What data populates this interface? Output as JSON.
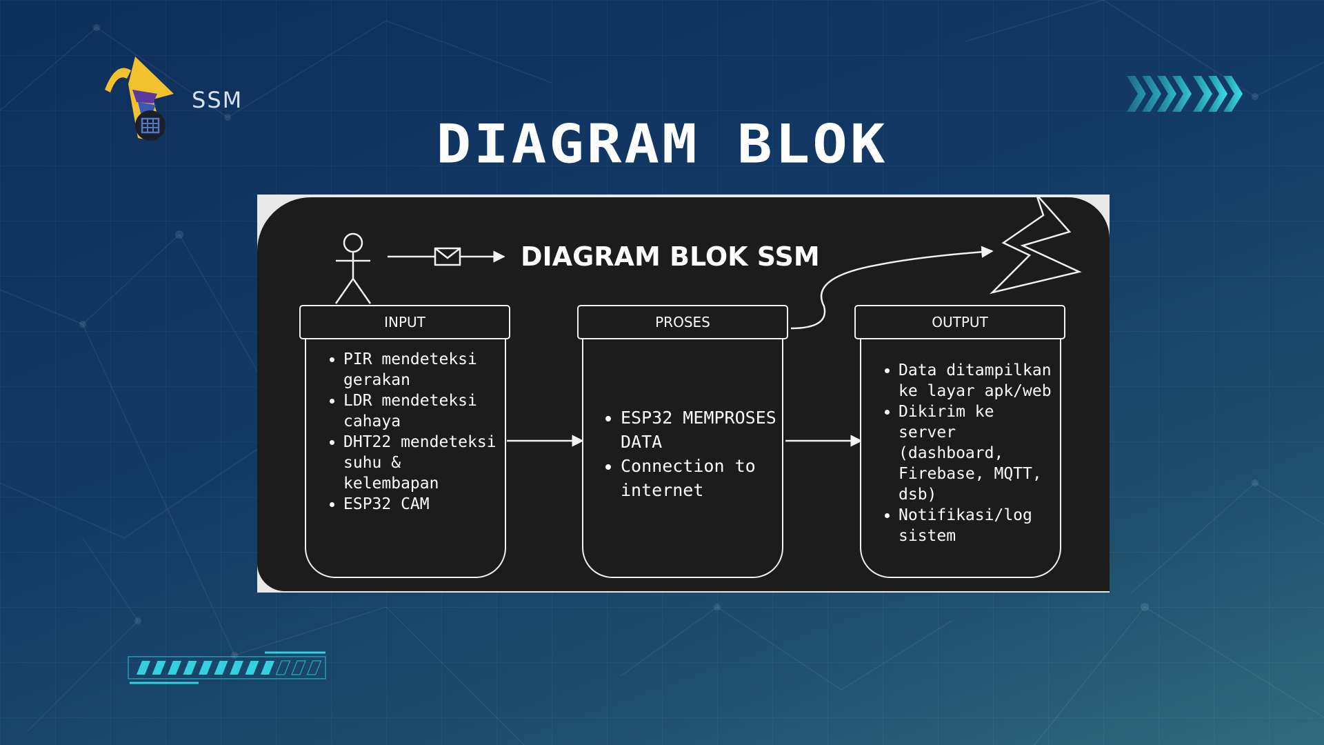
{
  "brand": {
    "name": "SSM",
    "logo_icon": "ssm-logo-icon"
  },
  "slide": {
    "title": "DIAGRAM BLOK"
  },
  "decor": {
    "chevrons_icon": "chevron-right-icon",
    "progress_segments_total": 12,
    "progress_segments_filled": 9,
    "accent": "#35d0df"
  },
  "diagram": {
    "title": "DIAGRAM BLOK SSM",
    "icons": [
      "person-icon",
      "envelope-icon",
      "lightning-icon"
    ],
    "blocks": [
      {
        "label": "INPUT",
        "items": [
          "PIR mendeteksi gerakan",
          "LDR mendeteksi cahaya",
          "DHT22 mendeteksi suhu & kelembapan",
          "ESP32 CAM"
        ]
      },
      {
        "label": "PROSES",
        "items": [
          "ESP32 MEMPROSES DATA",
          "Connection to internet"
        ]
      },
      {
        "label": "OUTPUT",
        "items": [
          "Data ditampilkan ke layar apk/web",
          "Dikirim ke server (dashboard, Firebase, MQTT, dsb)",
          "Notifikasi/log sistem"
        ]
      }
    ]
  }
}
